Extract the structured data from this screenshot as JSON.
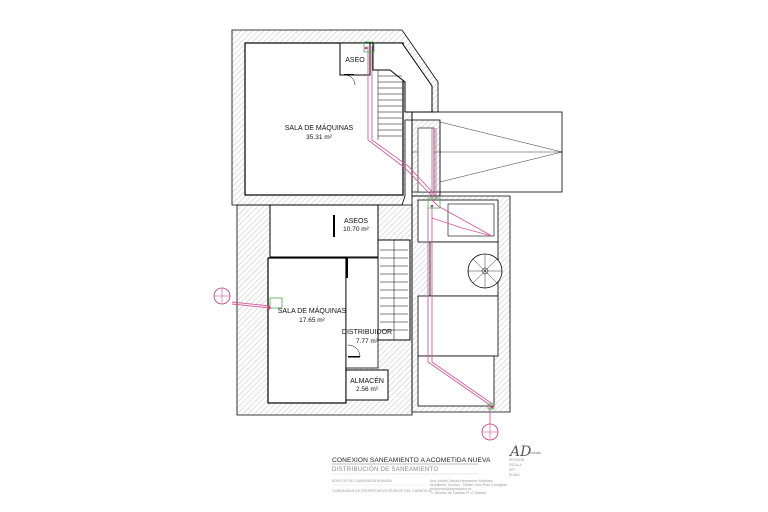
{
  "rooms": {
    "sala_maquinas_top": {
      "name": "SALA DE MÁQUINAS",
      "area": "35.31 m²"
    },
    "aseo_top": {
      "name": "ASEO"
    },
    "aseos": {
      "name": "ASEOS",
      "area": "10.70 m²"
    },
    "sala_maquinas_bottom": {
      "name": "SALA DE MÁQUINAS",
      "area": "17.65 m²"
    },
    "distribuidor": {
      "name": "DISTRIBUIDOR",
      "area": "7.77 m²"
    },
    "almacen": {
      "name": "ALMACÉN",
      "area": "2.56 m²"
    }
  },
  "title_block": {
    "title": "CONEXION SANEAMIENTO A ACOMETIDA NUEVA",
    "subtitle": "DISTRIBUCIÓN DE SANEAMIENTO",
    "line1": "EDIFICIO DE CAMIONERA ARANDA",
    "line2": "COMUNIDAD DE PROPIETARIOS PUENTE DEL CARBÓN 6",
    "credits": [
      "Arq. Adolfo Garcia Hernandez Martinez",
      "Arquitecto Técnico - Rafael Ortiz Ruiz Colegiado",
      "proyectos@adpestudio.es",
      "Tr. Alfonso de Castilla nº 12 Madrid"
    ],
    "logo": "AD",
    "logo_sub": "estudio",
    "side_fields": [
      "REVISION",
      "ESCALA",
      "DPF",
      "PLANO"
    ]
  },
  "colors": {
    "wall": "#000000",
    "pipe": "#d65b9b",
    "manhole": "#c2367a",
    "fixture": "#46b04a",
    "hatch": "#9a9a9a"
  }
}
